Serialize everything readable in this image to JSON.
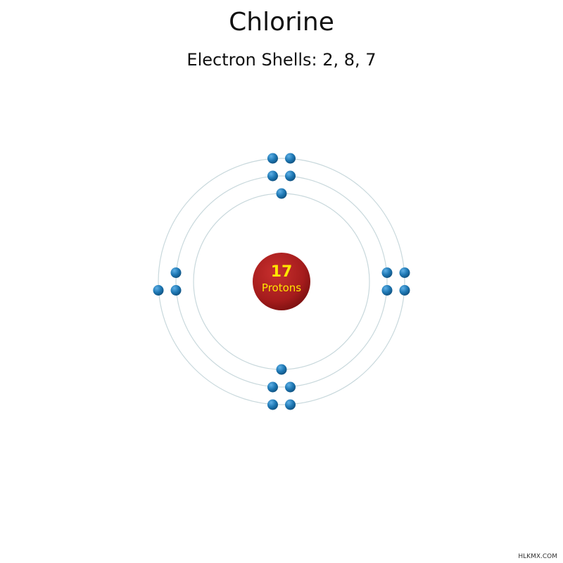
{
  "element": {
    "name": "Chlorine",
    "shells_label": "Electron Shells: 2, 8, 7",
    "shells": [
      2,
      8,
      7
    ],
    "proton_count": "17",
    "proton_label": "Protons"
  },
  "colors": {
    "nucleus": "#a51c1c",
    "nucleus_text": "#ffe600",
    "electron": "#1e78b4",
    "orbit": "#c8d8dc"
  },
  "credit": "HLKMX.COM"
}
